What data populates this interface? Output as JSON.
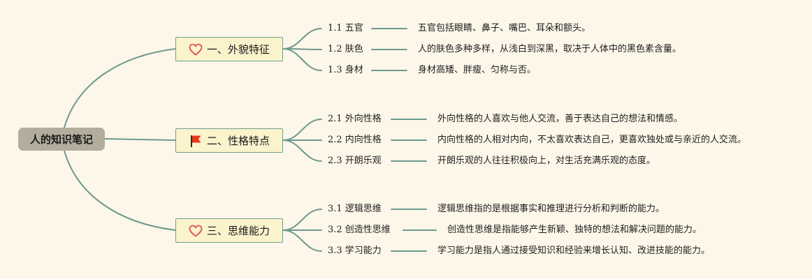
{
  "root": {
    "label": "人的知识笔记"
  },
  "branches": [
    {
      "label": "一、外貌特征",
      "icon": "heart-icon",
      "children": [
        {
          "label": "1.1 五官",
          "desc": "五官包括眼睛、鼻子、嘴巴、耳朵和额头。"
        },
        {
          "label": "1.2 肤色",
          "desc": "人的肤色多种多样，从浅白到深黑，取决于人体中的黑色素含量。"
        },
        {
          "label": "1.3 身材",
          "desc": "身材高矮、胖瘦、匀称与否。"
        }
      ]
    },
    {
      "label": "二、性格特点",
      "icon": "red-flag-icon",
      "children": [
        {
          "label": "2.1 外向性格",
          "desc": "外向性格的人喜欢与他人交流，善于表达自己的想法和情感。"
        },
        {
          "label": "2.2 内向性格",
          "desc": "内向性格的人相对内向，不太喜欢表达自己，更喜欢独处或与亲近的人交流。"
        },
        {
          "label": "2.3 开朗乐观",
          "desc": "开朗乐观的人往往积极向上，对生活充满乐观的态度。"
        }
      ]
    },
    {
      "label": "三、思维能力",
      "icon": "heart-icon",
      "children": [
        {
          "label": "3.1 逻辑思维",
          "desc": "逻辑思维指的是根据事实和推理进行分析和判断的能力。"
        },
        {
          "label": "3.2 创造性思维",
          "desc": "创造性思维是指能够产生新颖、独特的想法和解决问题的能力。"
        },
        {
          "label": "3.3 学习能力",
          "desc": "学习能力是指人通过接受知识和经验来增长认知、改进技能的能力。"
        }
      ]
    }
  ],
  "colors": {
    "line": "#6b9a8e",
    "heart": "#d9534f",
    "flag": "#e8391e"
  }
}
